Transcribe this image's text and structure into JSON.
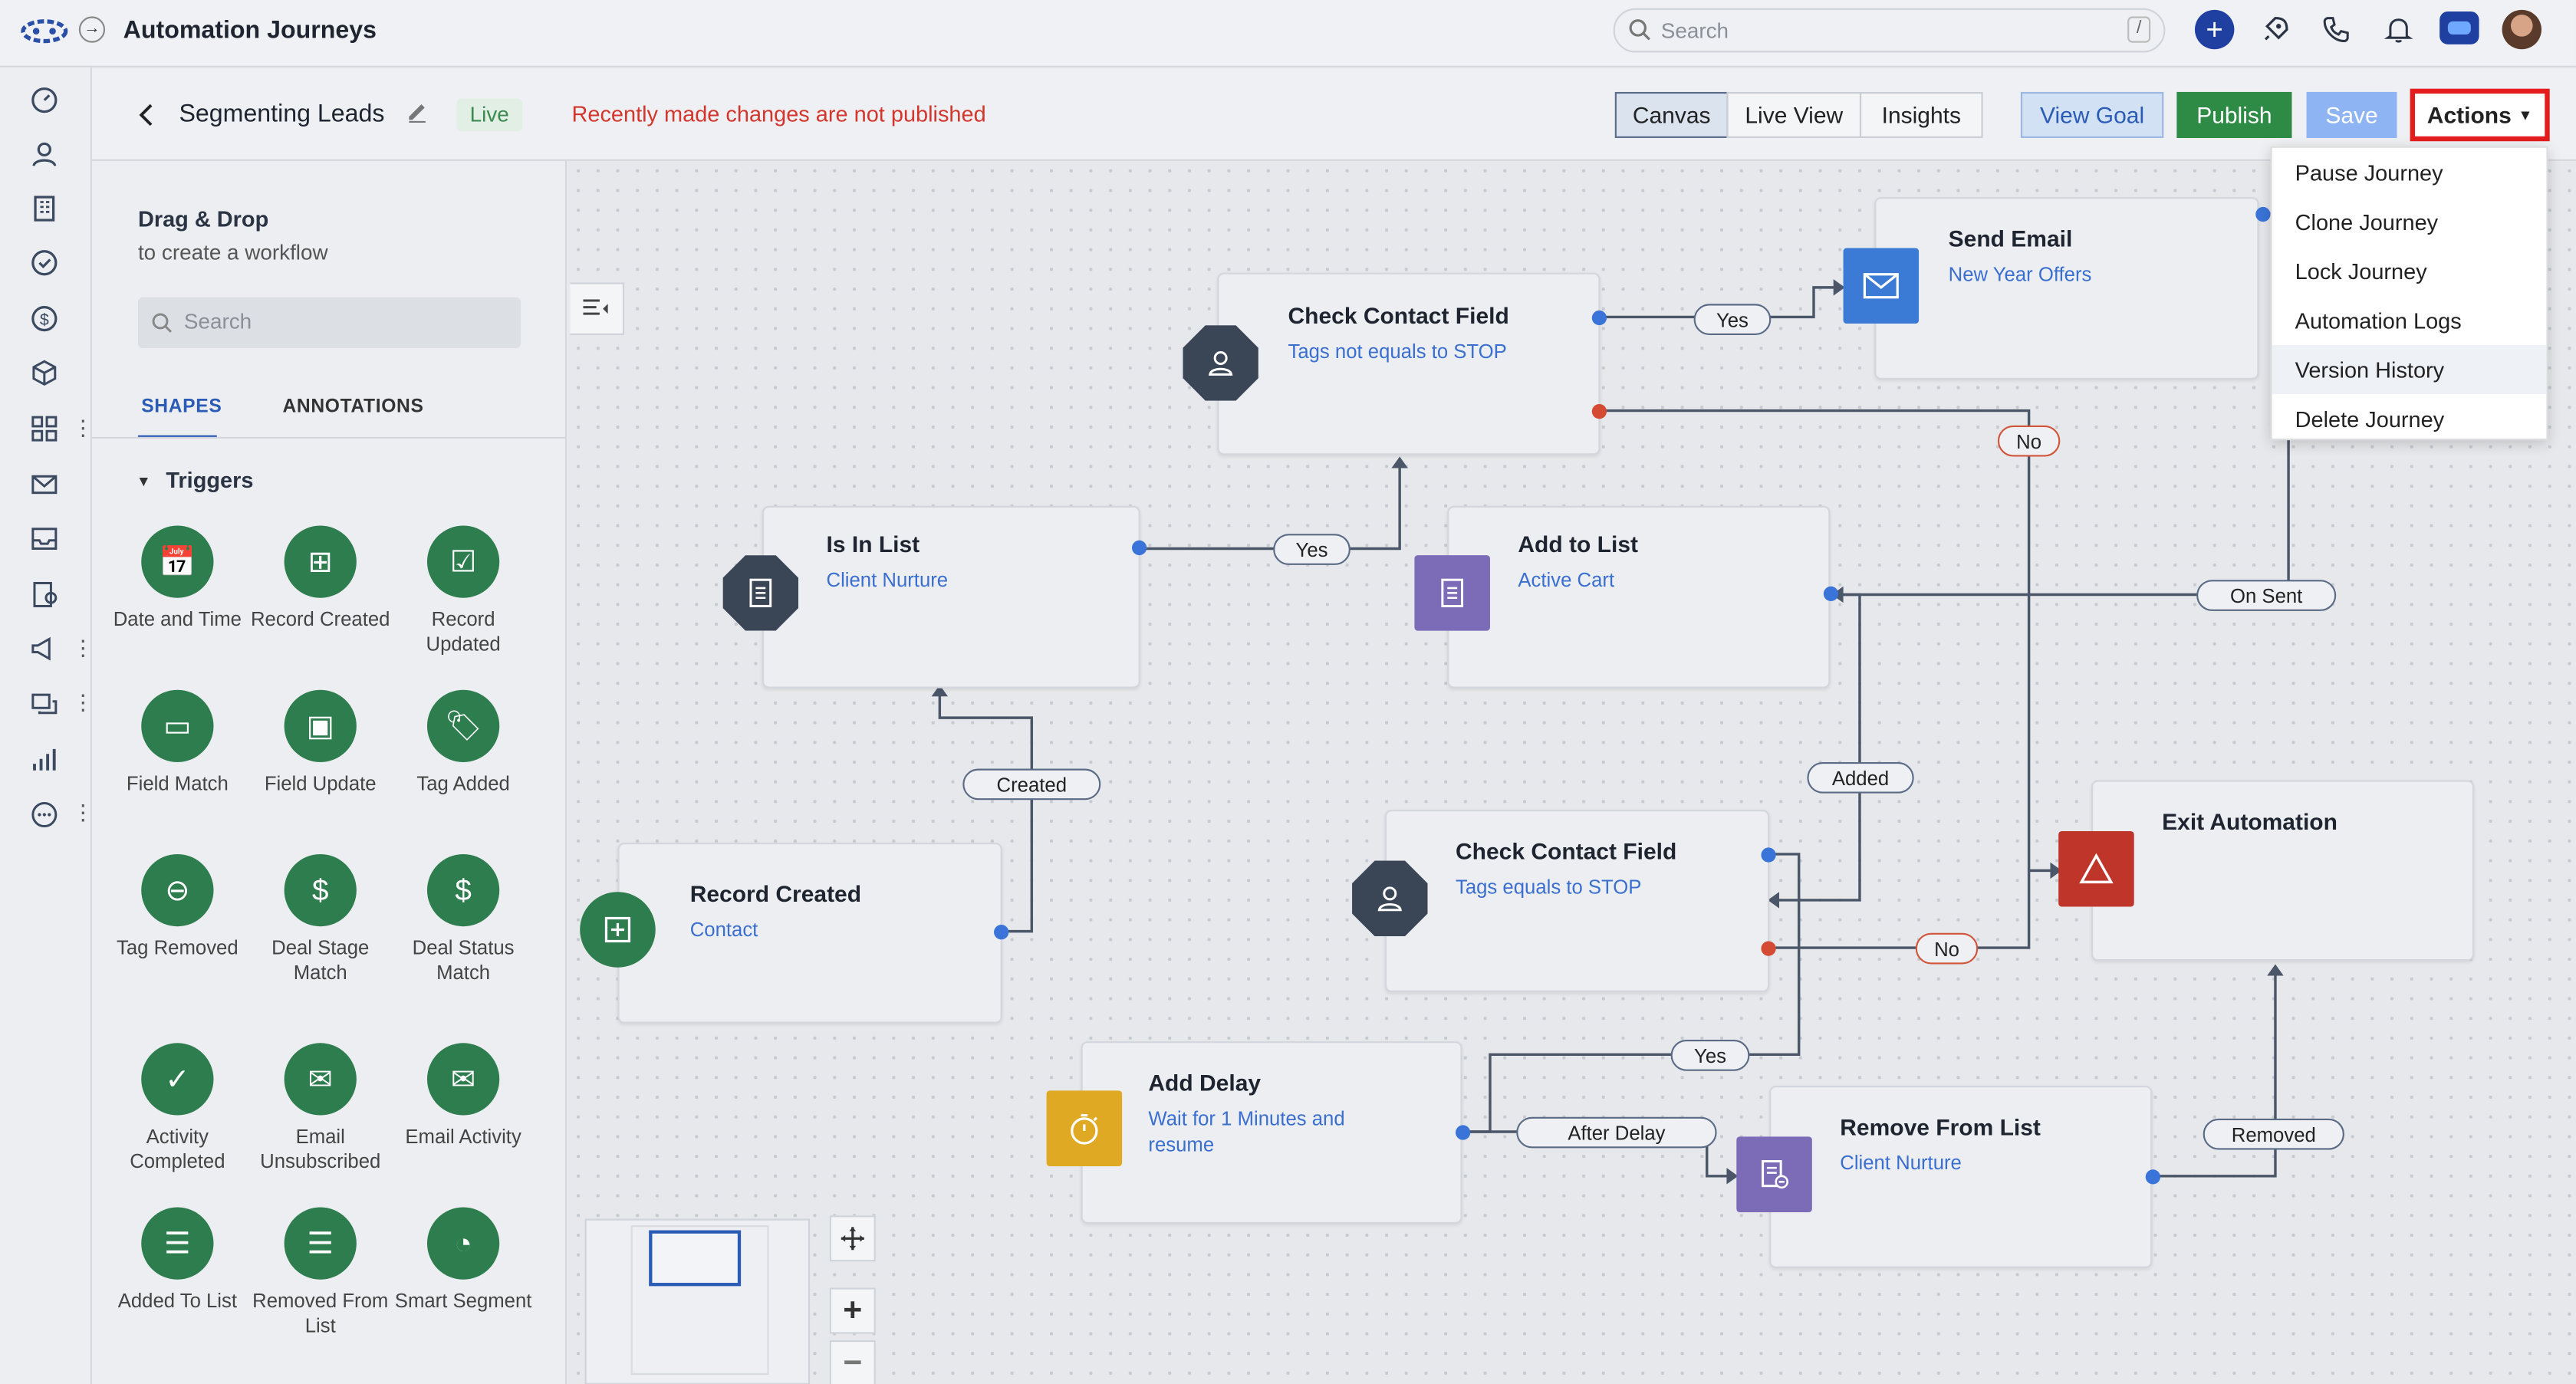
{
  "app": {
    "title": "Automation Journeys"
  },
  "topbar": {
    "search_placeholder": "Search",
    "search_shortcut": "/"
  },
  "header": {
    "journey_name": "Segmenting Leads",
    "status_badge": "Live",
    "unpublished_notice": "Recently made changes are not published",
    "tabs": [
      "Canvas",
      "Live View",
      "Insights"
    ],
    "active_tab": "Canvas",
    "view_goal_label": "View Goal",
    "publish_label": "Publish",
    "save_label": "Save",
    "actions_label": "Actions"
  },
  "actions_menu": {
    "items": [
      "Pause Journey",
      "Clone Journey",
      "Lock Journey",
      "Automation Logs",
      "Version History",
      "Delete Journey"
    ],
    "hovered_item": "Version History"
  },
  "panel": {
    "heading": "Drag & Drop",
    "subheading": "to create a workflow",
    "search_placeholder": "Search",
    "tabs": [
      "SHAPES",
      "ANNOTATIONS"
    ],
    "active_tab": "SHAPES",
    "section_title": "Triggers",
    "shapes": [
      {
        "label": "Date and Time",
        "icon": "calendar-clock-icon"
      },
      {
        "label": "Record Created",
        "icon": "plus-square-icon"
      },
      {
        "label": "Record Updated",
        "icon": "check-square-icon"
      },
      {
        "label": "Field Match",
        "icon": "field-icon"
      },
      {
        "label": "Field Update",
        "icon": "field-check-icon"
      },
      {
        "label": "Tag Added",
        "icon": "tag-icon"
      },
      {
        "label": "Tag Removed",
        "icon": "tag-minus-icon"
      },
      {
        "label": "Deal Stage Match",
        "icon": "deal-icon"
      },
      {
        "label": "Deal Status Match",
        "icon": "deal-status-icon"
      },
      {
        "label": "Activity Completed",
        "icon": "check-circle-icon"
      },
      {
        "label": "Email Unsubscribed",
        "icon": "mail-minus-icon"
      },
      {
        "label": "Email Activity",
        "icon": "mail-icon"
      },
      {
        "label": "Added To List",
        "icon": "list-icon"
      },
      {
        "label": "Removed From List",
        "icon": "list-minus-icon"
      },
      {
        "label": "Smart Segment",
        "icon": "segment-icon"
      }
    ]
  },
  "canvas": {
    "nodes": {
      "record_created": {
        "title": "Record Created",
        "subtitle": "Contact"
      },
      "is_in_list": {
        "title": "Is In List",
        "subtitle": "Client Nurture"
      },
      "check_field_1": {
        "title": "Check Contact Field",
        "subtitle": "Tags not equals to STOP"
      },
      "send_email": {
        "title": "Send Email",
        "subtitle": "New Year Offers"
      },
      "add_to_list": {
        "title": "Add to List",
        "subtitle": "Active Cart"
      },
      "check_field_2": {
        "title": "Check Contact Field",
        "subtitle": "Tags equals to STOP"
      },
      "exit_automation": {
        "title": "Exit Automation",
        "subtitle": ""
      },
      "add_delay": {
        "title": "Add Delay",
        "subtitle": "Wait for 1 Minutes and resume"
      },
      "remove_from_list": {
        "title": "Remove From List",
        "subtitle": "Client Nurture"
      }
    },
    "edge_labels": {
      "created": "Created",
      "yes_1": "Yes",
      "yes_2": "Yes",
      "no_1": "No",
      "on_sent": "On Sent",
      "added": "Added",
      "no_2": "No",
      "yes_3": "Yes",
      "after_delay": "After Delay",
      "removed": "Removed"
    }
  },
  "colors": {
    "accent": "#2e7d4f",
    "publish": "#2e8b45",
    "save": "#8fb4f4",
    "highlight": "#e41e1e",
    "link": "#3a6fd0"
  }
}
